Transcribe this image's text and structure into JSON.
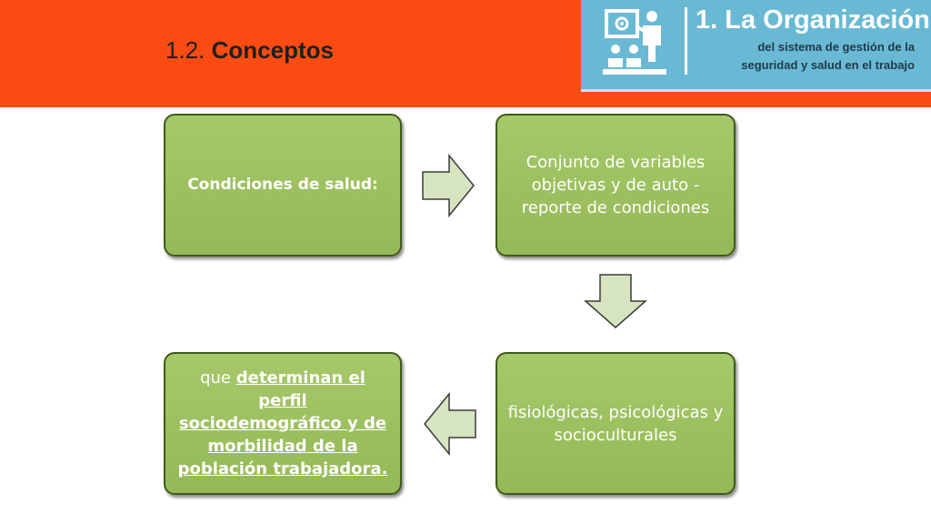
{
  "header": {
    "number": "1.2.",
    "title": "Conceptos"
  },
  "banner": {
    "title": "1. La Organización",
    "subtitle_line1": "del sistema de gestión de la",
    "subtitle_line2": "seguridad y salud en el trabajo",
    "icon": "presentation-teacher-icon"
  },
  "diagram": {
    "box1": "Condiciones de salud:",
    "box2": "Conjunto de variables objetivas y de auto - reporte de condiciones",
    "box3": "fisiológicas, psicológicas y socioculturales",
    "box4_prefix": "que",
    "box4_emphasis": "determinan el perfil sociodemográfico y de morbilidad de la población trabajadora.",
    "arrows": [
      "right-arrow",
      "down-arrow",
      "left-arrow"
    ]
  },
  "colors": {
    "header_bg": "#fa4c12",
    "banner_bg": "#6ab9d4",
    "box_fill": "#9bbf5e",
    "box_border": "#3e5a1b",
    "arrow_fill": "#d6e5bf"
  }
}
